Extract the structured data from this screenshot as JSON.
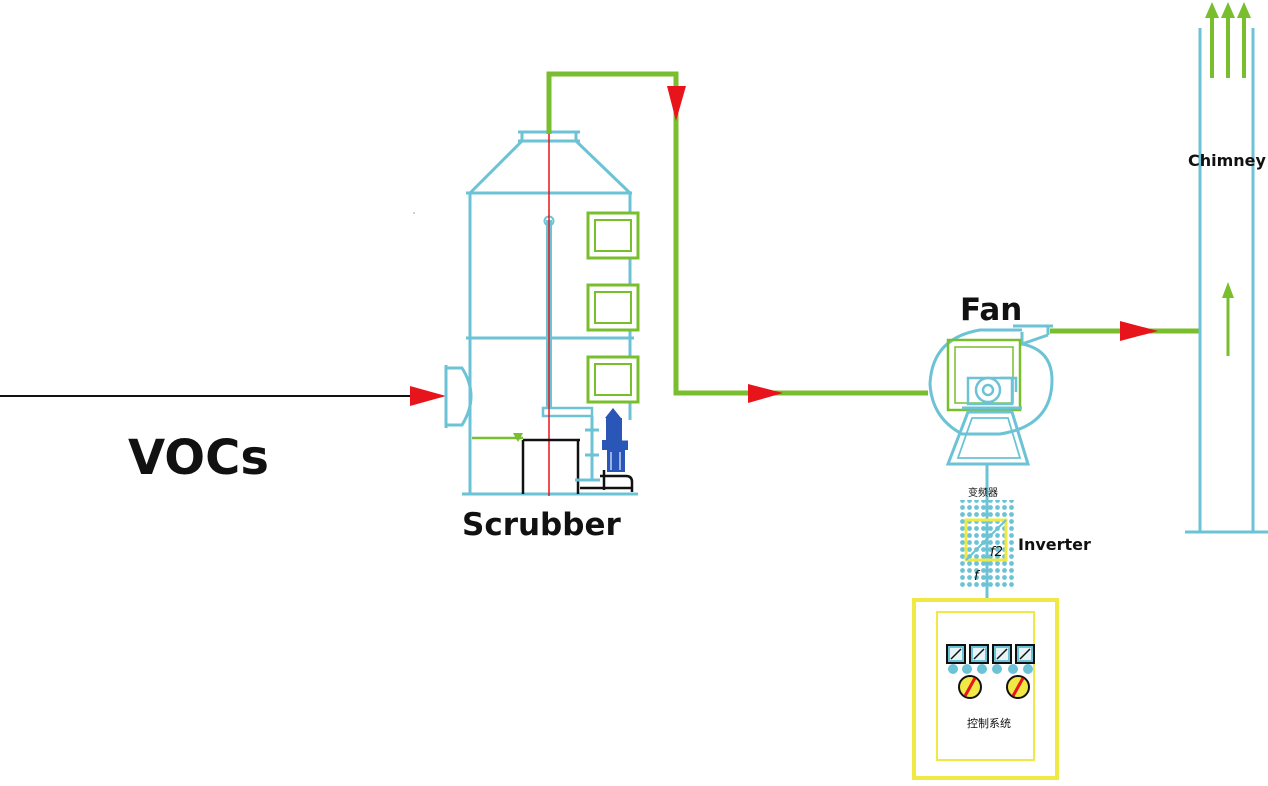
{
  "labels": {
    "vocs": "VOCs",
    "scrubber": "Scrubber",
    "fan": "Fan",
    "chimney": "Chimney",
    "inverter": "Inverter",
    "inverter_cn": "变频器",
    "control_cn": "控制系统",
    "freq_f1": "f",
    "freq_f2": "f2"
  },
  "colors": {
    "equipment": "#6cc3d5",
    "gas_duct": "#78be2d",
    "flow_arrow": "#e8141c",
    "control_box": "#f0e845",
    "pump": "#2a56b8",
    "inlet_line": "#111111"
  }
}
